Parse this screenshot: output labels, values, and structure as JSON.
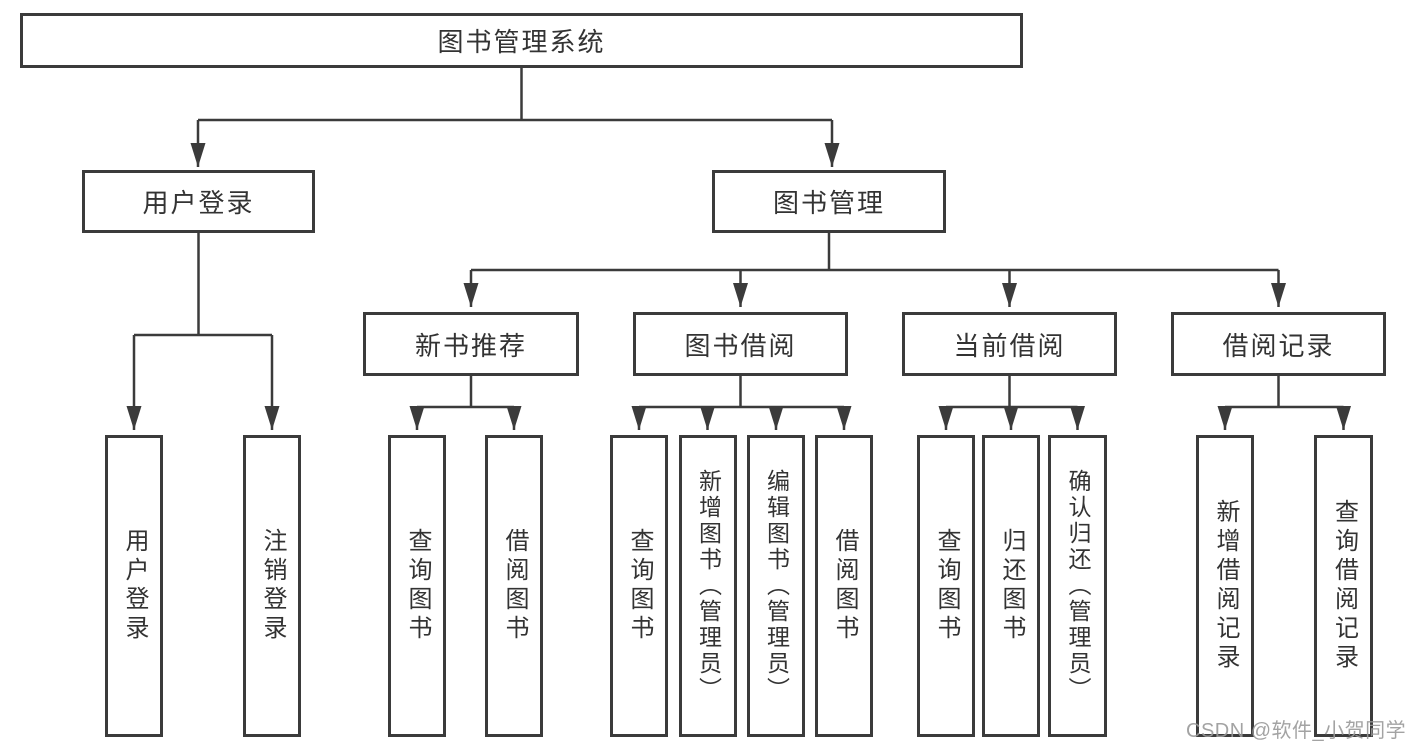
{
  "diagram": {
    "root": {
      "label": "图书管理系统"
    },
    "user_login": {
      "label": "用户登录",
      "children": [
        {
          "label": "用户登录"
        },
        {
          "label": "注销登录"
        }
      ]
    },
    "book_management": {
      "label": "图书管理",
      "sections": [
        {
          "label": "新书推荐",
          "children": [
            {
              "label": "查询图书"
            },
            {
              "label": "借阅图书"
            }
          ]
        },
        {
          "label": "图书借阅",
          "children": [
            {
              "label": "查询图书"
            },
            {
              "label": "新增图书（管理员）"
            },
            {
              "label": "编辑图书（管理员）"
            },
            {
              "label": "借阅图书"
            }
          ]
        },
        {
          "label": "当前借阅",
          "children": [
            {
              "label": "查询图书"
            },
            {
              "label": "归还图书"
            },
            {
              "label": "确认归还（管理员）"
            }
          ]
        },
        {
          "label": "借阅记录",
          "children": [
            {
              "label": "新增借阅记录"
            },
            {
              "label": "查询借阅记录"
            }
          ]
        }
      ]
    }
  },
  "watermark": {
    "text": "CSDN @软件_小贺同学"
  },
  "colors": {
    "line": "#3b3b3b",
    "box_border": "#3b3b3b",
    "text": "#333333",
    "watermark_text": "#9a9a9a",
    "background": "#ffffff"
  }
}
